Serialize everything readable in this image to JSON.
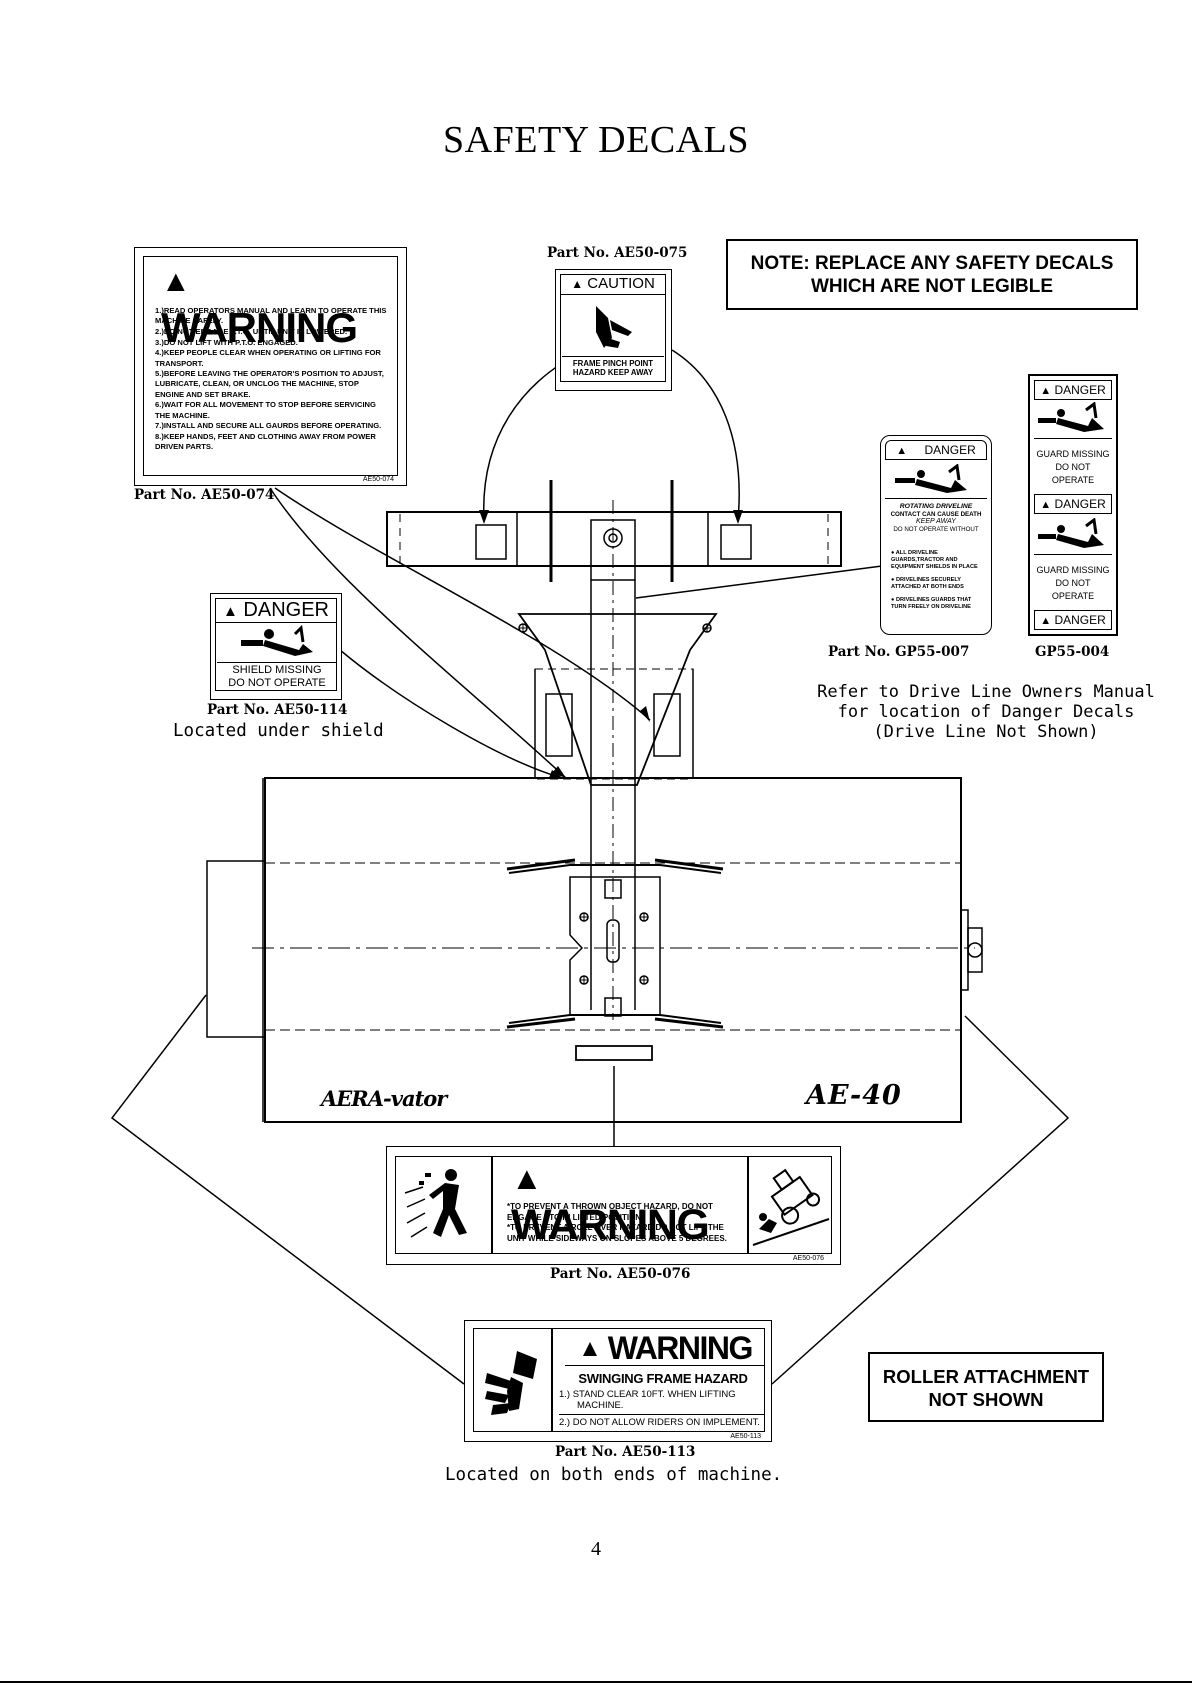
{
  "title": "SAFETY DECALS",
  "note": {
    "line1": "NOTE: REPLACE ANY SAFETY DECALS",
    "line2": "WHICH ARE NOT LEGIBLE"
  },
  "roller_note": {
    "line1": "ROLLER ATTACHMENT",
    "line2": "NOT SHOWN"
  },
  "refer_note": {
    "line1": "Refer to Drive Line Owners Manual",
    "line2": "for location of Danger Decals",
    "line3": "(Drive Line Not Shown)"
  },
  "decal_074": {
    "part_label": "Part No. AE50-074",
    "header": "WARNING",
    "items": [
      "1.)READ OPERATORS MANUAL AND LEARN TO OPERATE THIS MACHINE SAFELY.",
      "2.)DO NOT ENGAGE P.T.O. UNTIL UNIT IS LOWERED.",
      "3.)DO NOT LIFT WITH P.T.O. ENGAGED.",
      "4.)KEEP PEOPLE CLEAR WHEN OPERATING OR LIFTING FOR TRANSPORT.",
      "5.)BEFORE LEAVING THE OPERATOR'S POSITION TO ADJUST, LUBRICATE, CLEAN, OR UNCLOG THE MACHINE, STOP ENGINE AND SET BRAKE.",
      "6.)WAIT FOR ALL MOVEMENT TO STOP BEFORE SERVICING THE MACHINE.",
      "7.)INSTALL AND SECURE ALL GAURDS BEFORE OPERATING.",
      "8.)KEEP HANDS, FEET AND CLOTHING AWAY FROM POWER DRIVEN PARTS."
    ],
    "code": "AE50-074"
  },
  "decal_075": {
    "part_label": "Part No. AE50-075",
    "header": "CAUTION",
    "line1": "FRAME PINCH POINT",
    "line2": "HAZARD KEEP AWAY"
  },
  "decal_114": {
    "part_label": "Part No. AE50-114",
    "location": "Located under shield",
    "header": "DANGER",
    "line1": "SHIELD MISSING",
    "line2": "DO NOT OPERATE"
  },
  "decal_gp55_007": {
    "part_label": "Part No. GP55-007",
    "header": "DANGER",
    "title": "ROTATING DRIVELINE",
    "line1": "CONTACT CAN CAUSE DEATH",
    "line2": "KEEP AWAY",
    "line3": "DO NOT OPERATE WITHOUT",
    "bullets": [
      "ALL DRIVELINE GUARDS,TRACTOR AND EQUIPMENT SHIELDS IN PLACE",
      "DRIVELINES SECURELY ATTACHED AT BOTH ENDS",
      "DRIVELINES GUARDS THAT TURN FREELY ON DRIVELINE"
    ]
  },
  "decal_gp55_004": {
    "part_label": "GP55-004",
    "header": "DANGER",
    "line1": "GUARD MISSING",
    "line2": "DO NOT OPERATE"
  },
  "decal_076": {
    "part_label": "Part No. AE50-076",
    "header": "WARNING",
    "line1": "*TO PREVENT A THROWN OBJECT HAZARD,    DO NOT",
    "line2": "ENGAGE PTO IN LIFTED POSITION.",
    "line3": "*TO PREVENT A ROLL OVER HAZARD DO   NOT LIFT THE",
    "line4": "UNIT WHILE SIDEWAYS ON SLOPES ABOVE 5 DEGREES.",
    "code": "AE50-076"
  },
  "decal_113": {
    "part_label": "Part No. AE50-113",
    "location": "Located on both ends of machine.",
    "header": "WARNING",
    "subtitle": "SWINGING FRAME HAZARD",
    "line1": "1.) STAND CLEAR 10FT. WHEN LIFTING",
    "line1b": "MACHINE.",
    "line2": "2.) DO NOT ALLOW RIDERS ON IMPLEMENT.",
    "code": "AE50-113"
  },
  "machine": {
    "brand": "AERA-vator",
    "model": "AE-40"
  },
  "page_number": "4"
}
